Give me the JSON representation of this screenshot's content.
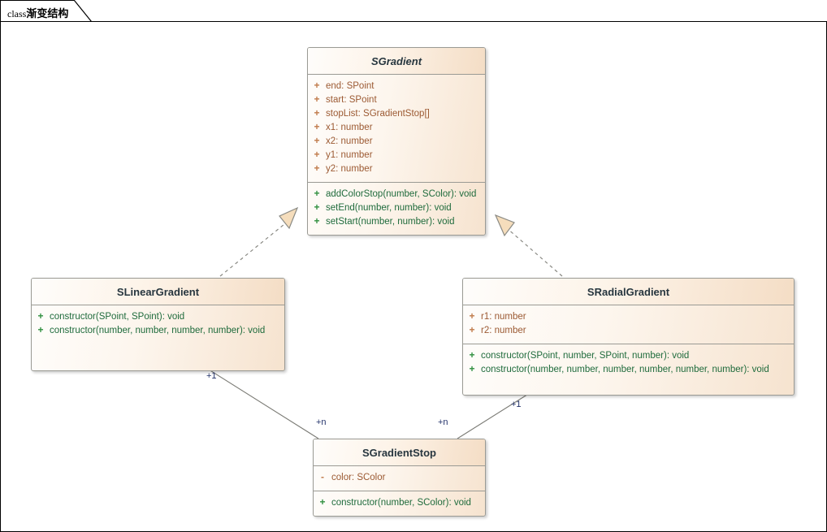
{
  "frame": {
    "keyword": "class",
    "name": "渐变结构"
  },
  "classes": [
    {
      "id": "sgradient",
      "name": "SGradient",
      "abstract": true,
      "attributes": [
        {
          "visibility": "+",
          "text": "end: SPoint"
        },
        {
          "visibility": "+",
          "text": "start: SPoint"
        },
        {
          "visibility": "+",
          "text": "stopList: SGradientStop[]"
        },
        {
          "visibility": "+",
          "text": "x1: number"
        },
        {
          "visibility": "+",
          "text": "x2: number"
        },
        {
          "visibility": "+",
          "text": "y1: number"
        },
        {
          "visibility": "+",
          "text": "y2: number"
        }
      ],
      "operations": [
        {
          "visibility": "+",
          "text": "addColorStop(number, SColor): void"
        },
        {
          "visibility": "+",
          "text": "setEnd(number, number): void"
        },
        {
          "visibility": "+",
          "text": "setStart(number, number): void"
        }
      ]
    },
    {
      "id": "slineargradient",
      "name": "SLinearGradient",
      "abstract": false,
      "attributes": [],
      "operations": [
        {
          "visibility": "+",
          "text": "constructor(SPoint, SPoint): void"
        },
        {
          "visibility": "+",
          "text": "constructor(number, number, number, number): void"
        }
      ]
    },
    {
      "id": "sradialgradient",
      "name": "SRadialGradient",
      "abstract": false,
      "attributes": [
        {
          "visibility": "+",
          "text": "r1: number"
        },
        {
          "visibility": "+",
          "text": "r2: number"
        }
      ],
      "operations": [
        {
          "visibility": "+",
          "text": "constructor(SPoint, number, SPoint, number): void"
        },
        {
          "visibility": "+",
          "text": "constructor(number, number, number, number, number, number): void"
        }
      ]
    },
    {
      "id": "sgradientstop",
      "name": "SGradientStop",
      "abstract": false,
      "attributes": [
        {
          "visibility": "-",
          "text": "color: SColor"
        }
      ],
      "operations": [
        {
          "visibility": "+",
          "text": "constructor(number, SColor): void"
        }
      ]
    }
  ],
  "relationships": [
    {
      "id": "linear-realizes-gradient",
      "type": "realization",
      "from": "SLinearGradient",
      "to": "SGradient",
      "style": "dashed",
      "arrow": "hollow-triangle"
    },
    {
      "id": "radial-realizes-gradient",
      "type": "realization",
      "from": "SRadialGradient",
      "to": "SGradient",
      "style": "dashed",
      "arrow": "hollow-triangle"
    },
    {
      "id": "linear-stops",
      "type": "association",
      "from": "SLinearGradient",
      "to": "SGradientStop",
      "style": "solid",
      "arrow": "none",
      "source_multiplicity": "+1",
      "target_multiplicity": "+n"
    },
    {
      "id": "radial-stops",
      "type": "association",
      "from": "SRadialGradient",
      "to": "SGradientStop",
      "style": "solid",
      "arrow": "none",
      "source_multiplicity": "+1",
      "target_multiplicity": "+n"
    }
  ],
  "multiplicity_labels": [
    {
      "id": "linear-end",
      "text": "+1"
    },
    {
      "id": "linear-stop-end",
      "text": "+n"
    },
    {
      "id": "radial-stop-end",
      "text": "+n"
    },
    {
      "id": "radial-end",
      "text": "+1"
    }
  ],
  "colors": {
    "box_border": "#9a9a94",
    "attribute_text": "#9c5a33",
    "operation_text": "#1f6b3c",
    "class_name_text": "#27363f",
    "link_line": "#7a7a74",
    "arrow_fill": "#f5ddbc",
    "multiplicity_text": "#24336b",
    "frame_border": "#000000"
  }
}
